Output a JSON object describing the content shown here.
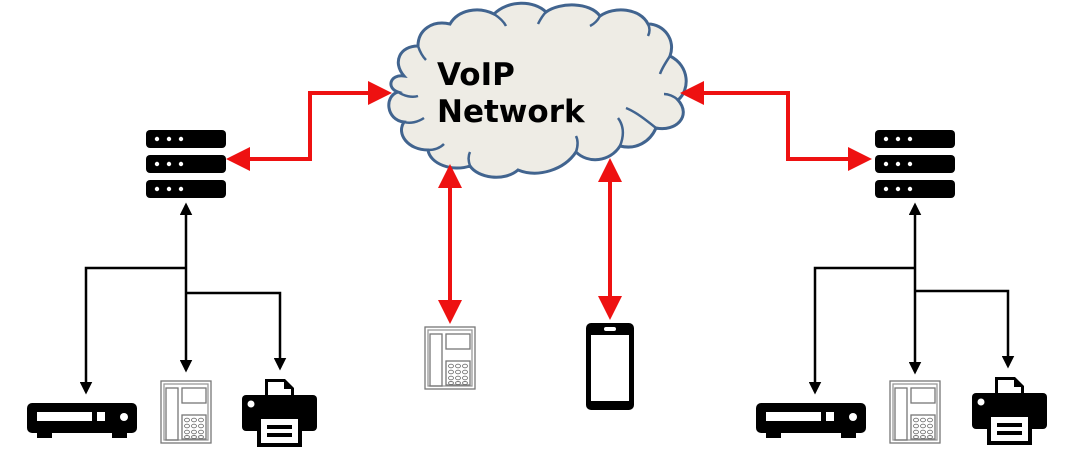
{
  "diagram": {
    "title_line1": "VoIP",
    "title_line2": "Network",
    "colors": {
      "cloud_fill": "#EEECE5",
      "cloud_stroke": "#41648F",
      "network_link": "#EE1111",
      "local_link": "#000000",
      "icon": "#000000",
      "desk_phone": "#777777"
    },
    "nodes": [
      {
        "id": "cloud",
        "type": "cloud-icon",
        "label": "VoIP Network"
      },
      {
        "id": "server-left",
        "type": "server-icon"
      },
      {
        "id": "server-right",
        "type": "server-icon"
      },
      {
        "id": "modem-left",
        "type": "modem-icon"
      },
      {
        "id": "phone-left",
        "type": "desk-phone-icon"
      },
      {
        "id": "printer-left",
        "type": "printer-icon"
      },
      {
        "id": "phone-center",
        "type": "desk-phone-icon"
      },
      {
        "id": "mobile-center",
        "type": "mobile-phone-icon"
      },
      {
        "id": "modem-right",
        "type": "modem-icon"
      },
      {
        "id": "phone-right",
        "type": "desk-phone-icon"
      },
      {
        "id": "printer-right",
        "type": "printer-icon"
      }
    ],
    "edges": [
      {
        "from": "cloud",
        "to": "server-left",
        "style": "network",
        "direction": "both"
      },
      {
        "from": "cloud",
        "to": "server-right",
        "style": "network",
        "direction": "both"
      },
      {
        "from": "cloud",
        "to": "phone-center",
        "style": "network",
        "direction": "both"
      },
      {
        "from": "cloud",
        "to": "mobile-center",
        "style": "network",
        "direction": "both"
      },
      {
        "from": "server-left",
        "to": "modem-left",
        "style": "local",
        "direction": "both"
      },
      {
        "from": "server-left",
        "to": "phone-left",
        "style": "local",
        "direction": "both"
      },
      {
        "from": "server-left",
        "to": "printer-left",
        "style": "local",
        "direction": "both"
      },
      {
        "from": "server-right",
        "to": "modem-right",
        "style": "local",
        "direction": "both"
      },
      {
        "from": "server-right",
        "to": "phone-right",
        "style": "local",
        "direction": "both"
      },
      {
        "from": "server-right",
        "to": "printer-right",
        "style": "local",
        "direction": "both"
      }
    ]
  }
}
